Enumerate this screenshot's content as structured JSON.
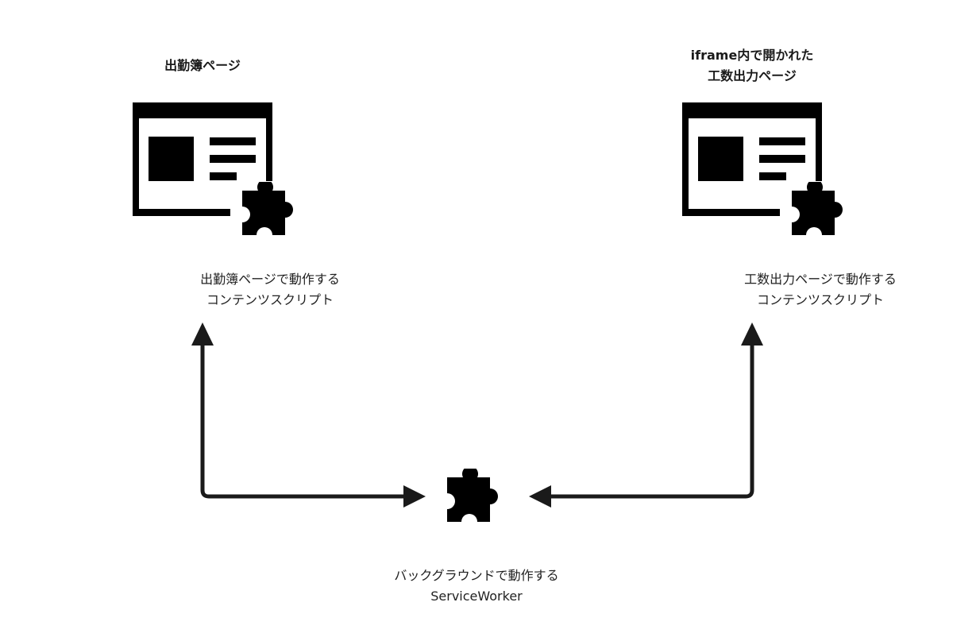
{
  "left_node": {
    "title": "出勤簿ページ",
    "caption_lines": [
      "出勤簿ページで動作する",
      "コンテンツスクリプト"
    ],
    "icon": "browser-window-with-extension-icon"
  },
  "right_node": {
    "title_lines": [
      "iframe内で開かれた",
      "工数出力ページ"
    ],
    "caption_lines": [
      "工数出力ページで動作する",
      "コンテンツスクリプト"
    ],
    "icon": "browser-window-with-extension-icon"
  },
  "bottom_node": {
    "caption_lines": [
      "バックグラウンドで動作する",
      "ServiceWorker"
    ],
    "icon": "puzzle-piece-icon"
  },
  "colors": {
    "icon": "#000000",
    "connector": "#1a1a1a",
    "background": "#ffffff"
  }
}
